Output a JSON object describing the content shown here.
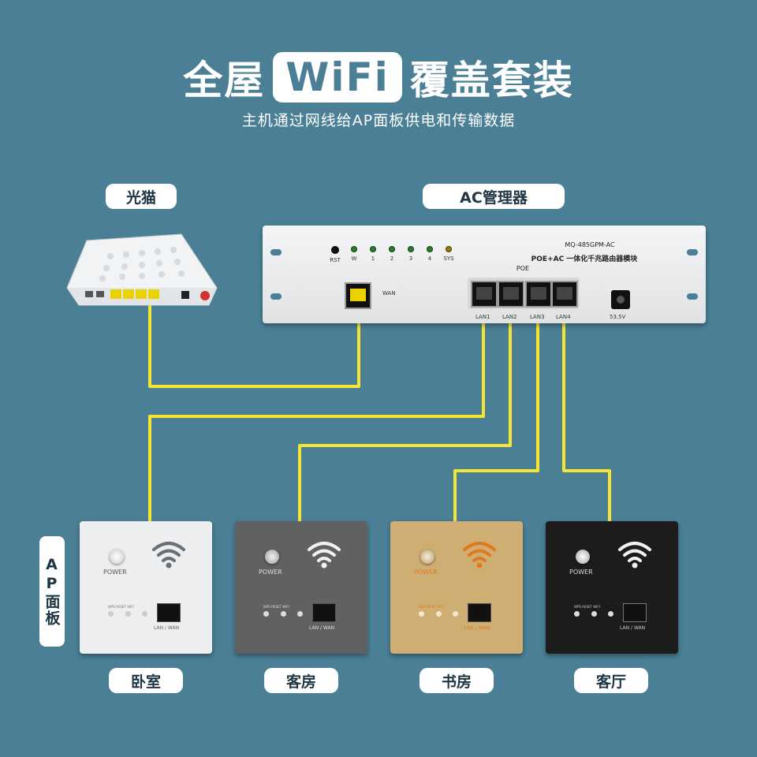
{
  "title": {
    "before": "全屋",
    "highlight": "WiFi",
    "after": "覆盖套装"
  },
  "subtitle": "主机通过网线给AP面板供电和传输数据",
  "modem_label": "光猫",
  "ac_label": "AC管理器",
  "side_label": "AP面板",
  "ac_box": {
    "model": "MQ-485GPM-AC",
    "desc": "POE+AC 一体化千兆路由器模块",
    "poe": "POE",
    "led_labels": [
      "RST",
      "W",
      "1",
      "2",
      "3",
      "4",
      "SYS"
    ],
    "wan_label": "WAN",
    "lan_labels": [
      "LAN1",
      "LAN2",
      "LAN3",
      "LAN4"
    ],
    "power_label": "53.5V"
  },
  "panel_text": {
    "power": "POWER",
    "small_labels": "WPS  RESET  WIFI",
    "port_label": "LAN / WAN"
  },
  "rooms": [
    "卧室",
    "客房",
    "书房",
    "客厅"
  ],
  "colors": {
    "background": "#4a7f95",
    "cable": "#f2e632",
    "panels": [
      "#eceeef",
      "#5f6163",
      "#cfae73",
      "#1c1c1c"
    ],
    "accent_orange": "#e07a1c"
  }
}
